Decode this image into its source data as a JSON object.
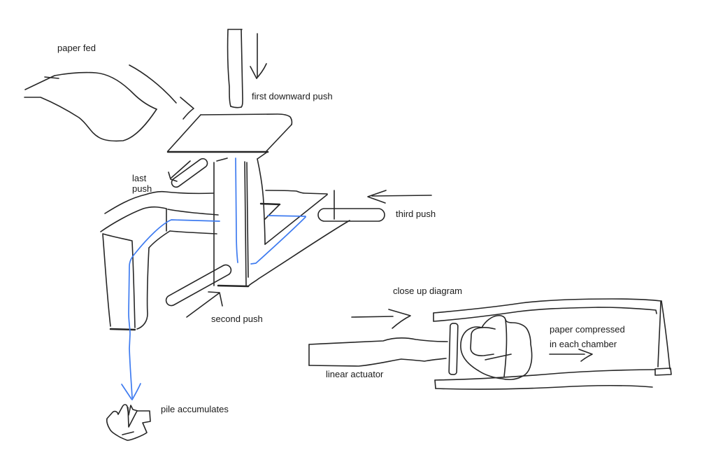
{
  "canvas": {
    "background": "#ffffff",
    "ink_color": "#262626",
    "accent_blue": "#3e7bf0",
    "text_color": "#1a1a1a"
  },
  "labels": {
    "paper_fed": "paper fed",
    "first_downward_push": "first downward push",
    "last_push_line1": "last",
    "last_push_line2": "push",
    "third_push": "third push",
    "second_push": "second push",
    "pile_accumulates": "pile accumulates",
    "close_up_diagram": "close up diagram",
    "linear_actuator": "linear actuator",
    "paper_compressed_line1": "paper compressed",
    "paper_compressed_line2": "in each chamber"
  }
}
